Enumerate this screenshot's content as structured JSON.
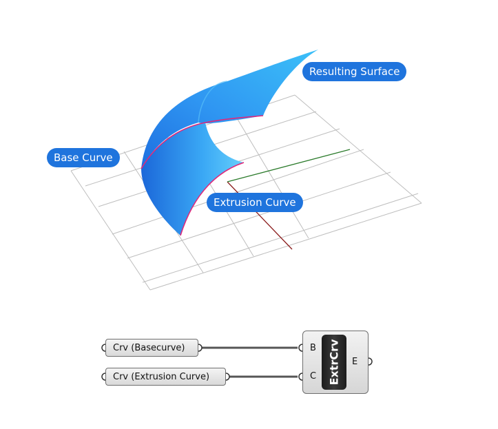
{
  "labels": {
    "resulting_surface": "Resulting Surface",
    "base_curve": "Base Curve",
    "extrusion_curve": "Extrusion Curve"
  },
  "params": {
    "base": "Crv (Basecurve)",
    "extrusion": "Crv (Extrusion Curve)"
  },
  "component": {
    "title": "ExtrCrv",
    "inputs": [
      "B",
      "C"
    ],
    "output": "E"
  },
  "colors": {
    "label_bg": "#1f74dd",
    "surface": "#2a93f0",
    "curve": "#e0287a",
    "x_axis": "#8b1d1d",
    "y_axis": "#2a7a2a",
    "grid": "#bdbdbd",
    "wire": "#555555"
  }
}
